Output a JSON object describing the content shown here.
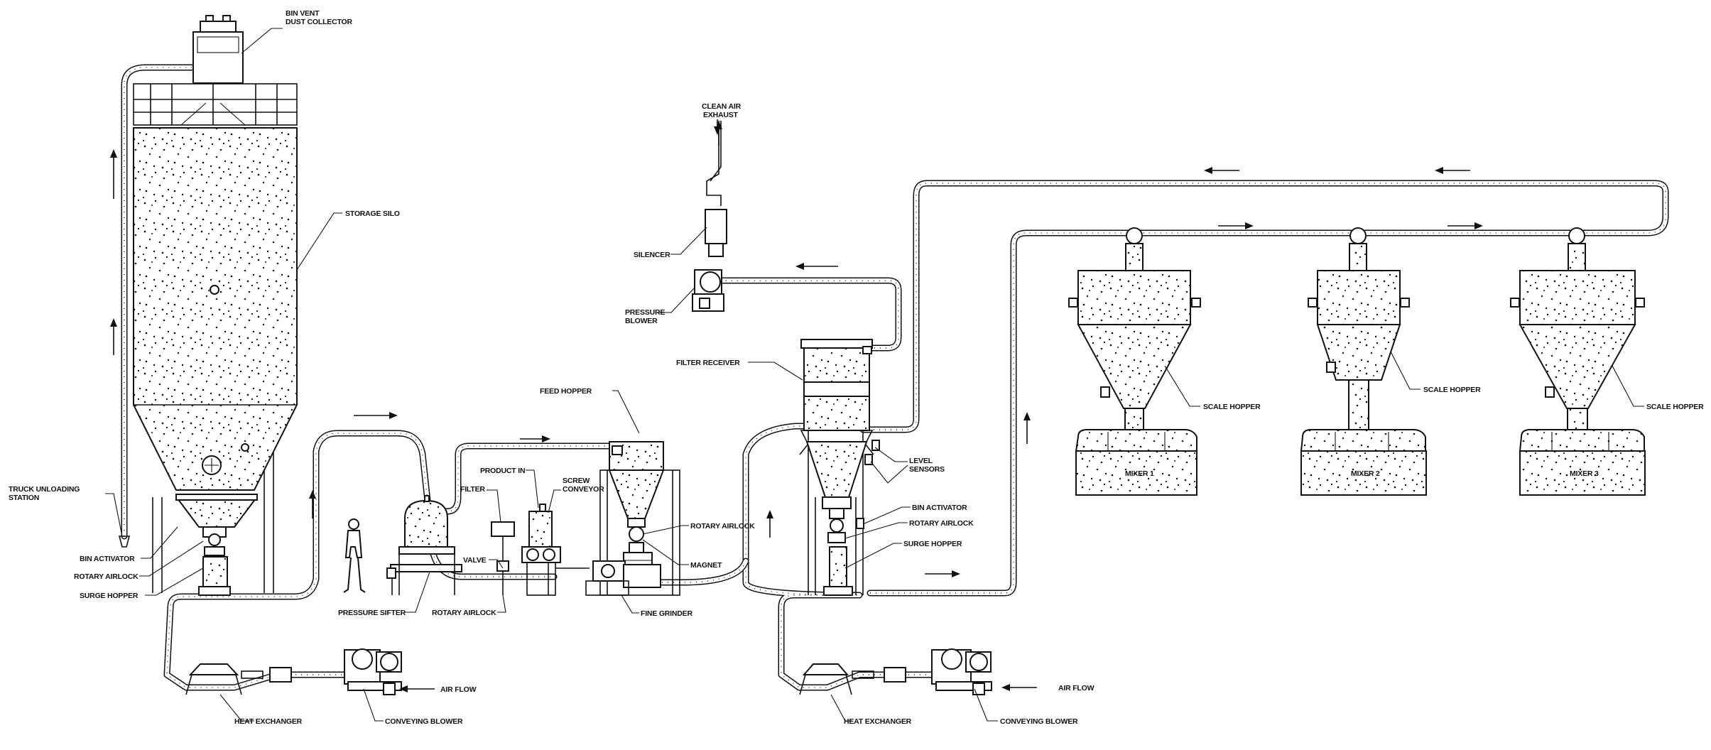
{
  "labels": {
    "bin_vent": [
      "BIN VENT",
      "DUST COLLECTOR"
    ],
    "storage_silo": "STORAGE SILO",
    "truck_unloading": [
      "TRUCK UNLOADING",
      "STATION"
    ],
    "bin_activator_1": "BIN ACTIVATOR",
    "rotary_airlock_1": "ROTARY AIRLOCK",
    "surge_hopper_1": "SURGE HOPPER",
    "pressure_sifter": "PRESSURE SIFTER",
    "rotary_airlock_2": "ROTARY AIRLOCK",
    "heat_exchanger_1": "HEAT EXCHANGER",
    "conveying_blower_1": "CONVEYING BLOWER",
    "air_flow_1": "AIR FLOW",
    "filter": "FILTER",
    "valve": "VALVE",
    "product_in": "PRODUCT IN",
    "screw_conveyor": [
      "SCREW",
      "CONVEYOR"
    ],
    "feed_hopper": "FEED HOPPER",
    "rotary_airlock_3": "ROTARY AIRLOCK",
    "magnet": "MAGNET",
    "fine_grinder": "FINE GRINDER",
    "clean_air_exhaust": [
      "CLEAN AIR",
      "EXHAUST"
    ],
    "silencer": "SILENCER",
    "pressure_blower": [
      "PRESSURE",
      "BLOWER"
    ],
    "filter_receiver": "FILTER RECEIVER",
    "level_sensors": [
      "LEVEL",
      "SENSORS"
    ],
    "bin_activator_2": "BIN ACTIVATOR",
    "rotary_airlock_4": "ROTARY AIRLOCK",
    "surge_hopper_2": "SURGE HOPPER",
    "heat_exchanger_2": "HEAT EXCHANGER",
    "conveying_blower_2": "CONVEYING BLOWER",
    "air_flow_2": "AIR FLOW",
    "scale_hopper_1": "SCALE HOPPER",
    "scale_hopper_2": "SCALE HOPPER",
    "scale_hopper_3": "SCALE HOPPER",
    "mixer_1": "MIXER 1",
    "mixer_2": "MIXER 2",
    "mixer_3": "MIXER 3"
  }
}
